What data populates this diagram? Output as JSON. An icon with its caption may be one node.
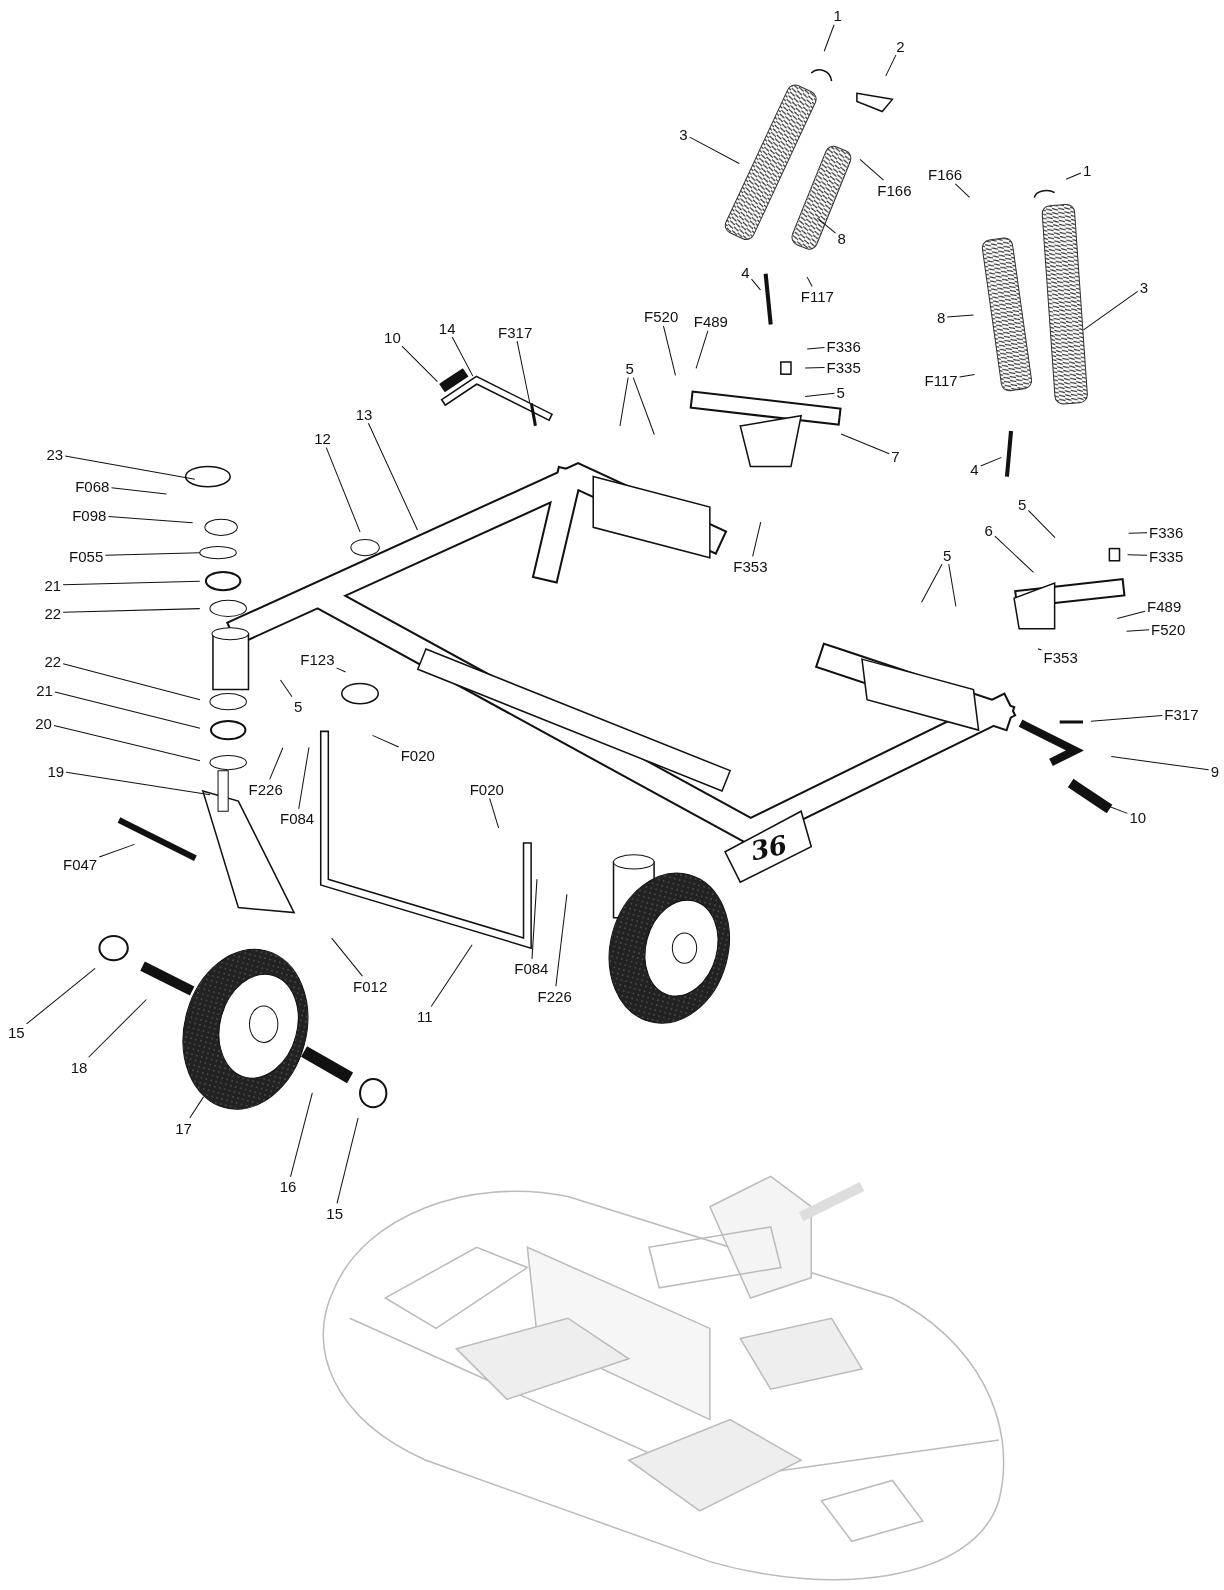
{
  "diagram": {
    "nodes": [
      {
        "text": [
          "1"
        ]
      },
      {
        "text": [
          "2"
        ]
      },
      {
        "text": [
          "3"
        ]
      },
      {
        "text": [
          "F166"
        ]
      },
      {
        "text": [
          "1"
        ]
      },
      {
        "text": [
          "F166"
        ]
      },
      {
        "text": [
          "8"
        ]
      },
      {
        "text": [
          "4"
        ]
      },
      {
        "text": [
          "3"
        ]
      },
      {
        "text": [
          "F117"
        ]
      },
      {
        "text": [
          "8"
        ]
      },
      {
        "text": [
          "F520"
        ]
      },
      {
        "text": [
          "F489"
        ]
      },
      {
        "text": [
          "14"
        ]
      },
      {
        "text": [
          "10"
        ]
      },
      {
        "text": [
          "F317"
        ]
      },
      {
        "text": [
          "F336"
        ]
      },
      {
        "text": [
          "F335"
        ]
      },
      {
        "text": [
          "5"
        ]
      },
      {
        "text": [
          "F117"
        ]
      },
      {
        "text": [
          "5"
        ]
      },
      {
        "text": [
          "13"
        ]
      },
      {
        "text": [
          "12"
        ]
      },
      {
        "text": [
          "23"
        ]
      },
      {
        "text": [
          "7"
        ]
      },
      {
        "text": [
          "4"
        ]
      },
      {
        "text": [
          "F068"
        ]
      },
      {
        "text": [
          "5"
        ]
      },
      {
        "text": [
          "F098"
        ]
      },
      {
        "text": [
          "6"
        ]
      },
      {
        "text": [
          "F336"
        ]
      },
      {
        "text": [
          "F055"
        ]
      },
      {
        "text": [
          "F335"
        ]
      },
      {
        "text": [
          "5"
        ]
      },
      {
        "text": [
          "F353"
        ]
      },
      {
        "text": [
          "21"
        ]
      },
      {
        "text": [
          "22"
        ]
      },
      {
        "text": [
          "F489"
        ]
      },
      {
        "text": [
          "F520"
        ]
      },
      {
        "text": [
          "F123"
        ]
      },
      {
        "text": [
          "F353"
        ]
      },
      {
        "text": [
          "22"
        ]
      },
      {
        "text": [
          "21"
        ]
      },
      {
        "text": [
          "5"
        ]
      },
      {
        "text": [
          "F317"
        ]
      },
      {
        "text": [
          "20"
        ]
      },
      {
        "text": [
          "F020"
        ]
      },
      {
        "text": [
          "9"
        ]
      },
      {
        "text": [
          "19"
        ]
      },
      {
        "text": [
          "F226"
        ]
      },
      {
        "text": [
          "F020"
        ]
      },
      {
        "text": [
          "F084"
        ]
      },
      {
        "text": [
          "10"
        ]
      },
      {
        "text": [
          "F047"
        ]
      },
      {
        "text": [
          "F084"
        ]
      },
      {
        "text": [
          "F012"
        ]
      },
      {
        "text": [
          "F226"
        ]
      },
      {
        "text": [
          "11"
        ]
      },
      {
        "text": [
          "15"
        ]
      },
      {
        "text": [
          "18"
        ]
      },
      {
        "text": [
          "17"
        ]
      },
      {
        "text": [
          "16"
        ]
      },
      {
        "text": [
          "15"
        ]
      }
    ],
    "edges": [
      {
        "from": 0,
        "to": null,
        "arrow": "none"
      },
      {
        "from": 1,
        "to": null,
        "arrow": "none"
      },
      {
        "from": 2,
        "to": null,
        "arrow": "none"
      },
      {
        "from": 3,
        "to": null,
        "arrow": "none"
      },
      {
        "from": 4,
        "to": null,
        "arrow": "none"
      },
      {
        "from": 5,
        "to": null,
        "arrow": "none"
      },
      {
        "from": 6,
        "to": null,
        "arrow": "none"
      },
      {
        "from": 7,
        "to": null,
        "arrow": "none"
      },
      {
        "from": 8,
        "to": null,
        "arrow": "none"
      },
      {
        "from": 9,
        "to": null,
        "arrow": "none"
      },
      {
        "from": 10,
        "to": null,
        "arrow": "none"
      },
      {
        "from": 11,
        "to": null,
        "arrow": "none"
      },
      {
        "from": 12,
        "to": null,
        "arrow": "none"
      },
      {
        "from": 13,
        "to": null,
        "arrow": "none"
      },
      {
        "from": 14,
        "to": null,
        "arrow": "none"
      },
      {
        "from": 15,
        "to": null,
        "arrow": "none"
      },
      {
        "from": 16,
        "to": null,
        "arrow": "none"
      },
      {
        "from": 17,
        "to": null,
        "arrow": "none"
      },
      {
        "from": 18,
        "to": null,
        "arrow": "none"
      },
      {
        "from": 18,
        "to": null,
        "arrow": "none"
      },
      {
        "from": 19,
        "to": null,
        "arrow": "none"
      },
      {
        "from": 20,
        "to": null,
        "arrow": "none"
      },
      {
        "from": 21,
        "to": null,
        "arrow": "none"
      },
      {
        "from": 22,
        "to": null,
        "arrow": "none"
      },
      {
        "from": 23,
        "to": null,
        "arrow": "none"
      },
      {
        "from": 24,
        "to": null,
        "arrow": "none"
      },
      {
        "from": 25,
        "to": null,
        "arrow": "none"
      },
      {
        "from": 26,
        "to": null,
        "arrow": "none"
      },
      {
        "from": 27,
        "to": null,
        "arrow": "none"
      },
      {
        "from": 28,
        "to": null,
        "arrow": "none"
      },
      {
        "from": 29,
        "to": null,
        "arrow": "none"
      },
      {
        "from": 30,
        "to": null,
        "arrow": "none"
      },
      {
        "from": 31,
        "to": null,
        "arrow": "none"
      },
      {
        "from": 32,
        "to": null,
        "arrow": "none"
      },
      {
        "from": 33,
        "to": null,
        "arrow": "none"
      },
      {
        "from": 33,
        "to": null,
        "arrow": "none"
      },
      {
        "from": 34,
        "to": null,
        "arrow": "none"
      },
      {
        "from": 35,
        "to": null,
        "arrow": "none"
      },
      {
        "from": 36,
        "to": null,
        "arrow": "none"
      },
      {
        "from": 37,
        "to": null,
        "arrow": "none"
      },
      {
        "from": 38,
        "to": null,
        "arrow": "none"
      },
      {
        "from": 39,
        "to": null,
        "arrow": "none"
      },
      {
        "from": 40,
        "to": null,
        "arrow": "none"
      },
      {
        "from": 41,
        "to": null,
        "arrow": "none"
      },
      {
        "from": 42,
        "to": null,
        "arrow": "none"
      },
      {
        "from": 43,
        "to": null,
        "arrow": "none"
      },
      {
        "from": 44,
        "to": null,
        "arrow": "none"
      },
      {
        "from": 45,
        "to": null,
        "arrow": "none"
      },
      {
        "from": 46,
        "to": null,
        "arrow": "none"
      },
      {
        "from": 47,
        "to": null,
        "arrow": "none"
      },
      {
        "from": 48,
        "to": null,
        "arrow": "none"
      },
      {
        "from": 49,
        "to": null,
        "arrow": "none"
      },
      {
        "from": 50,
        "to": null,
        "arrow": "none"
      },
      {
        "from": 51,
        "to": null,
        "arrow": "none"
      },
      {
        "from": 52,
        "to": null,
        "arrow": "none"
      },
      {
        "from": 53,
        "to": null,
        "arrow": "none"
      },
      {
        "from": 54,
        "to": null,
        "arrow": "none"
      },
      {
        "from": 55,
        "to": null,
        "arrow": "none"
      },
      {
        "from": 56,
        "to": null,
        "arrow": "none"
      },
      {
        "from": 57,
        "to": null,
        "arrow": "none"
      },
      {
        "from": 58,
        "to": null,
        "arrow": "none"
      },
      {
        "from": 59,
        "to": null,
        "arrow": "none"
      },
      {
        "from": 60,
        "to": null,
        "arrow": "none"
      },
      {
        "from": 61,
        "to": null,
        "arrow": "none"
      },
      {
        "from": 62,
        "to": null,
        "arrow": "none"
      }
    ],
    "labels": [
      "36"
    ]
  }
}
